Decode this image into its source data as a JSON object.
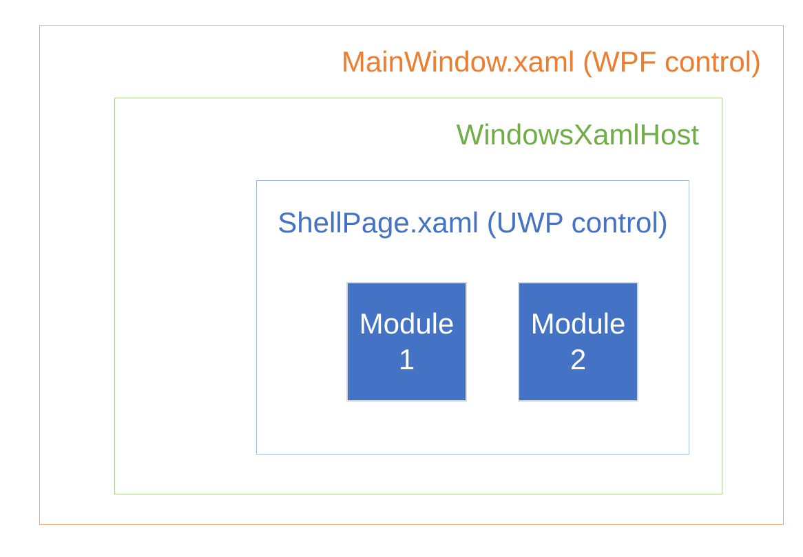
{
  "diagram": {
    "mainwindow": {
      "label": "MainWindow.xaml (WPF control)"
    },
    "windowsxamlhost": {
      "label": "WindowsXamlHost"
    },
    "shellpage": {
      "label": "ShellPage.xaml (UWP control)"
    },
    "modules": [
      {
        "lines": [
          "Module",
          "1"
        ]
      },
      {
        "lines": [
          "Module",
          "2"
        ]
      }
    ]
  },
  "colors": {
    "background": "#FFFFFF",
    "mainwindow_text": "#ED7D31",
    "mainwindow_border": "#F0A46F",
    "windowsxamlhost_text": "#70AD47",
    "windowsxamlhost_border": "#A9CE8E",
    "shellpage_text": "#4472C4",
    "shellpage_border": "#A3BCE2",
    "module_fill": "#4472C4",
    "module_border": "#D9D9D9",
    "module_text": "#FFFFFF"
  }
}
